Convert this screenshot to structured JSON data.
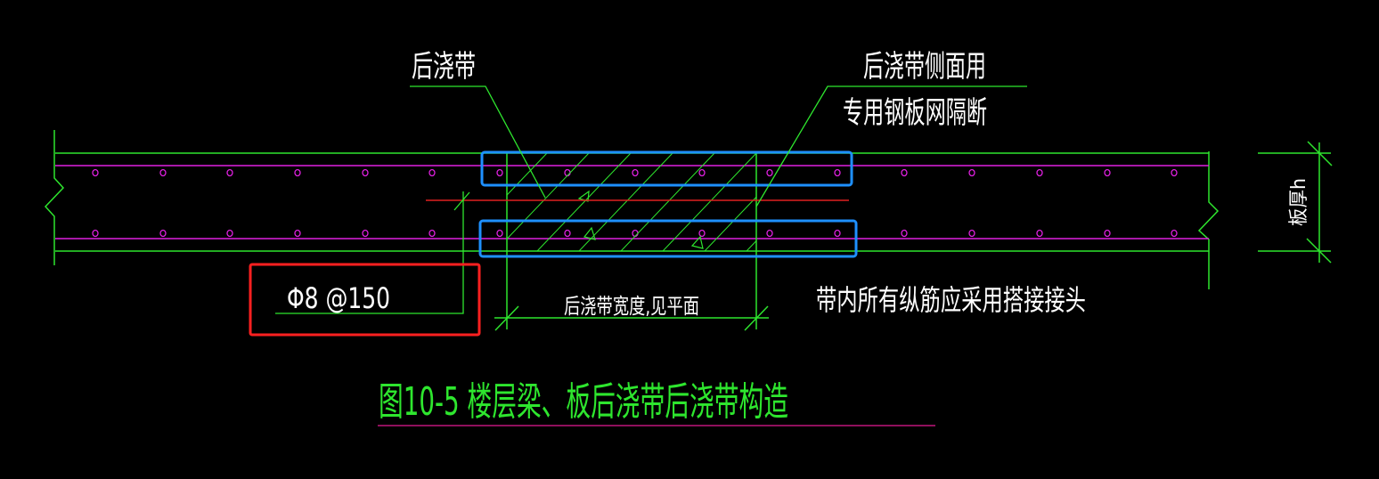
{
  "drawing": {
    "title": "图10-5 楼层梁、板后浇带后浇带构造",
    "labels": {
      "post_pour_strip": "后浇带",
      "side_note_line1": "后浇带侧面用",
      "side_note_line2": "专用钢板网隔断",
      "rebar_spec": "Φ8 @150",
      "strip_width_note": "后浇带宽度,见平面",
      "lap_splice_note": "带内所有纵筋应采用搭接接头",
      "slab_thickness": "板厚h"
    },
    "colors": {
      "background": "#000000",
      "outline": "#2ee62e",
      "rebar": "#e020e0",
      "highlight_box": "#1e90ff",
      "callout_box": "#ff2020",
      "cut_line": "#e02020",
      "text": "#ffffff",
      "title_underline": "#c0157a"
    }
  }
}
